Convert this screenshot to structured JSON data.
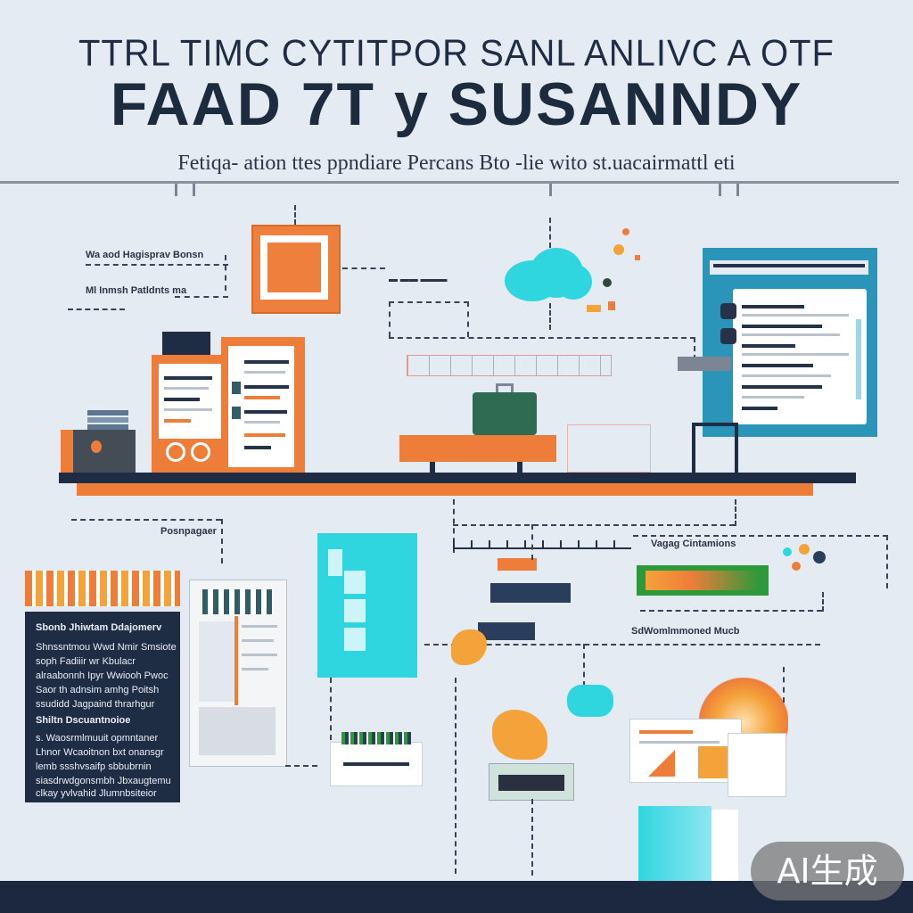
{
  "header": {
    "title_line1": "TTRL TIMC CYTITPOR SANL ANLIVC A OTF",
    "title_line2": "FAAD 7T y  SUSANNDY",
    "subtitle": "Fetiqa- ation ttes ppndiare Percans Bto -lie wito st.uacairmattl eti"
  },
  "labels": {
    "top_left_1": "Wa aod Hagisprav Bonsn",
    "top_left_2": "Ml Inmsh Patldnts ma",
    "middle_left": "Posnpagaer",
    "right_upper": "Vagag Cintamions",
    "right_lower": "SdWomlmmoned Mucb"
  },
  "dark_card": {
    "heading": "Sbonb Jhiwtam  Ddajomerv",
    "rows": [
      "Shnssntmou Wwd Nmir Smsiote",
      "soph Fadiiir wr Kbulacr",
      "alraabonnh Ipyr Wwiooh Pwoc",
      "Saor th adnsim amhg Poitsh",
      "ssudidd Jagpaind thrarhgur"
    ],
    "heading2": "Shiltn Dscuantnoioe",
    "rows2": [
      "s. Waosrmlmuuit opmntaner",
      "Lhnor Wcaoitnon bxt onansgr",
      "lemb ssshvsaifp sbbubrnin",
      "siasdrwdgonsmbh Jbxaugtemu",
      "clkay yvlvahid Jlumnbsiteior"
    ]
  },
  "badge": {
    "text": "AI生成"
  },
  "colors": {
    "background": "#e4ebf2",
    "navy": "#1d2b3e",
    "orange": "#ee7d3a",
    "cyan": "#2fd6e0",
    "teal_blue": "#2a95b9",
    "green": "#2c9a3a",
    "dark_green": "#2f6b52"
  },
  "icons": {
    "cloud": "cloud-icon",
    "monitor": "monitor-icon",
    "books": "book-icon",
    "briefcase": "briefcase-icon",
    "bench": "bench-icon",
    "printer": "printer-icon"
  }
}
